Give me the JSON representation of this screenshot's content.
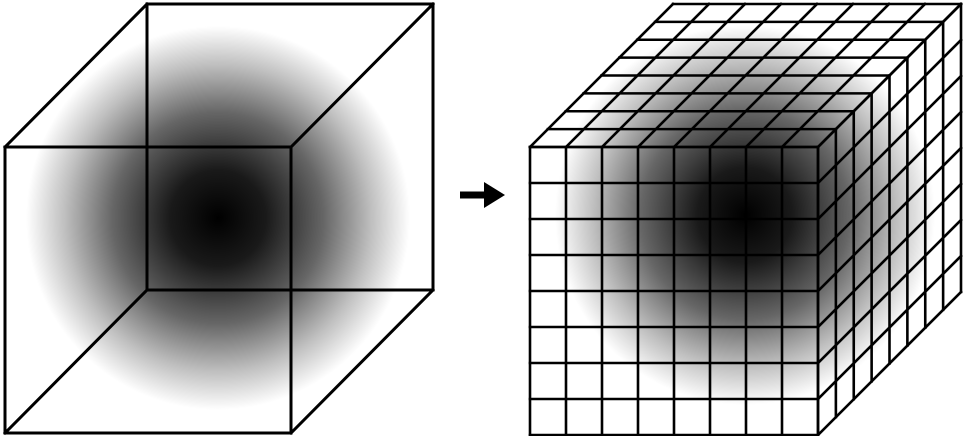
{
  "diagram": {
    "left_panel": {
      "shape": "cube",
      "fill": "radial-density-blob",
      "subdivisions": 1
    },
    "connector": {
      "icon": "arrow-right-icon",
      "glyph": "➔"
    },
    "right_panel": {
      "shape": "cube",
      "fill": "radial-density-blob",
      "subdivisions": 8
    },
    "colors": {
      "line": "#000000",
      "density_core": "#000000",
      "background": "#ffffff"
    }
  }
}
